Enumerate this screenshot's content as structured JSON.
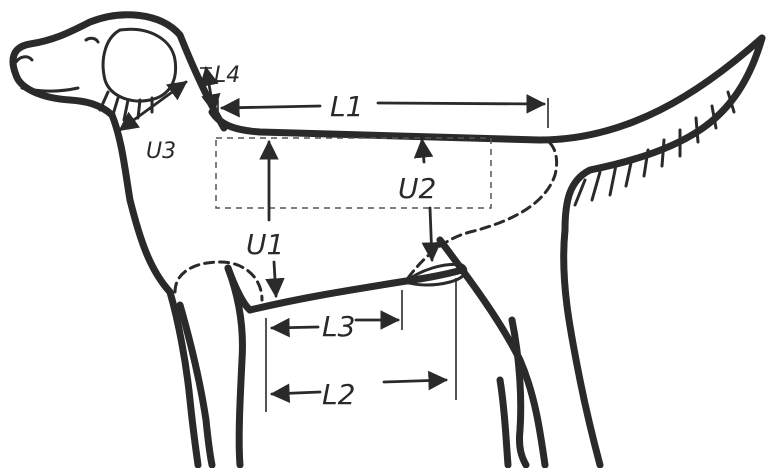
{
  "labels": {
    "L1": "L1",
    "L2": "L2",
    "L3": "L3",
    "L4": "L4",
    "U1": "U1",
    "U2": "U2",
    "U3": "U3"
  },
  "colors": {
    "ink": "#2a2a2a",
    "paper": "#ffffff"
  }
}
